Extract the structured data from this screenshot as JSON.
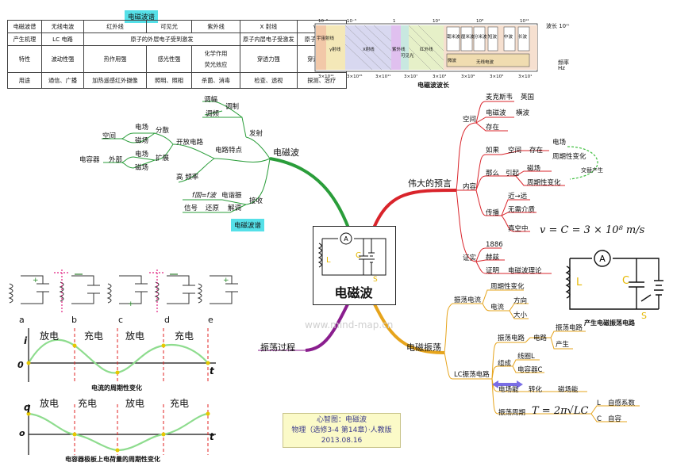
{
  "spectrum_table": {
    "title": "电磁波谱",
    "rows": [
      [
        "电磁波谱",
        "无线电波",
        "红外线",
        "可见光",
        "紫外线",
        "X 射线",
        "γ 射线"
      ],
      [
        "产生机理",
        "LC 电路",
        "原子的外层电子受到激发",
        "原子内层电子受激发",
        "原子核受激发"
      ],
      [
        "特性",
        "波动性强",
        "热作用强",
        "感光性强",
        "化学作用\n荧光效应",
        "穿透力强",
        "穿透力最强"
      ],
      [
        "用途",
        "通信、广播",
        "加热遥感红外摄像",
        "照明、照相",
        "杀菌、消毒",
        "检查、透视",
        "探测、治疗"
      ]
    ]
  },
  "spectrum_chart": {
    "top_ticks": [
      "10⁻⁸",
      "10⁻⁵",
      "1",
      "10⁴",
      "10⁸",
      "10¹⁴"
    ],
    "bottom_ticks": [
      "3×10¹⁹",
      "3×10¹⁵",
      "3×10¹¹",
      "3×10⁷",
      "3×10³",
      "3×10⁹",
      "3×10⁵",
      "3×10¹"
    ],
    "bands": [
      "宇宙射线",
      "γ射线",
      "X射线",
      "紫外线",
      "可见光",
      "红外线",
      "微波",
      "毫米波",
      "厘米波",
      "分米波",
      "短波",
      "中波",
      "长波",
      "无线电波"
    ],
    "wavelength_label": "波长 10ᵐ",
    "frequency_label": "频率 Hz",
    "caption": "电磁波波长"
  },
  "left_branch": {
    "root": "电磁波",
    "launch": "发射",
    "modulate": "调制",
    "am": "调幅",
    "fm": "调频",
    "circuit_feature": "电路特点",
    "open_circuit": "开放电路",
    "scatter": "分散",
    "expand": "扩展",
    "electric_field": "电场",
    "magnetic_field": "磁场",
    "space": "空间",
    "capacitor": "电容器",
    "outside": "外部",
    "high_freq": "高   频率",
    "receive": "接收",
    "resonance": "电谐振",
    "resonance_formula": "f固=f波",
    "signal": "信号",
    "restore": "还原",
    "demodulate": "解调",
    "spectrum_tag": "电磁波谱"
  },
  "center": {
    "title": "电磁波",
    "watermark": "www.mind-map.cn"
  },
  "right_branch": {
    "prediction": "伟大的预言",
    "space": "空间",
    "maxwell": "麦克斯韦",
    "england": "英国",
    "em_wave": "电磁波",
    "transverse": "横波",
    "exist": "存在",
    "content": "内容",
    "if": "如果",
    "space2": "空间",
    "exist2": "存在",
    "electric": "电场",
    "periodic": "周期性变化",
    "then": "那么",
    "cause": "引起",
    "magnetic": "磁场",
    "periodic2": "周期性变化",
    "alternating": "交替产生",
    "near_far": "近→远",
    "no_medium": "无需介质",
    "propagate": "传播",
    "vacuum": "真空中",
    "speed_formula": "v = C = 3 × 10⁸ m/s",
    "proof": "证实",
    "year": "1886",
    "hertz": "赫兹",
    "confirm": "证明",
    "theory": "电磁波理论",
    "circuit_caption": "产生电磁振荡电路"
  },
  "oscillation": {
    "root": "电磁振荡",
    "process": "振荡过程",
    "osc_current": "振荡电流",
    "periodic": "周期性变化",
    "current": "电流",
    "direction": "方向",
    "magnitude": "大小",
    "lc_circuit": "LC振荡电路",
    "osc_circuit": "振荡电路",
    "circuit": "电路",
    "produce": "产生",
    "composition": "组成",
    "coil": "线圈L",
    "cap": "电容器C",
    "field_energy": "电场能",
    "convert": "转化",
    "mag_energy": "磁场能",
    "period": "振荡周期",
    "period_formula": "T = 2π√LC",
    "L": "L",
    "self_induct": "自感系数",
    "C": "C",
    "cap_value": "自容"
  },
  "waveforms": {
    "stage_labels": [
      "a",
      "b",
      "c",
      "d",
      "e"
    ],
    "phases": [
      "放电",
      "充电",
      "放电",
      "充电"
    ],
    "current_caption": "电流的周期性变化",
    "charge_caption": "电容器极板上电荷量的周期性变化",
    "i_label": "i",
    "q_label": "q",
    "t_label": "t",
    "zero": "0",
    "origin": "o"
  },
  "footer": {
    "line1": "心智图：电磁波",
    "line2": "物理（选修3-4 第14章）·人教版",
    "line3": "2013.08.16"
  }
}
